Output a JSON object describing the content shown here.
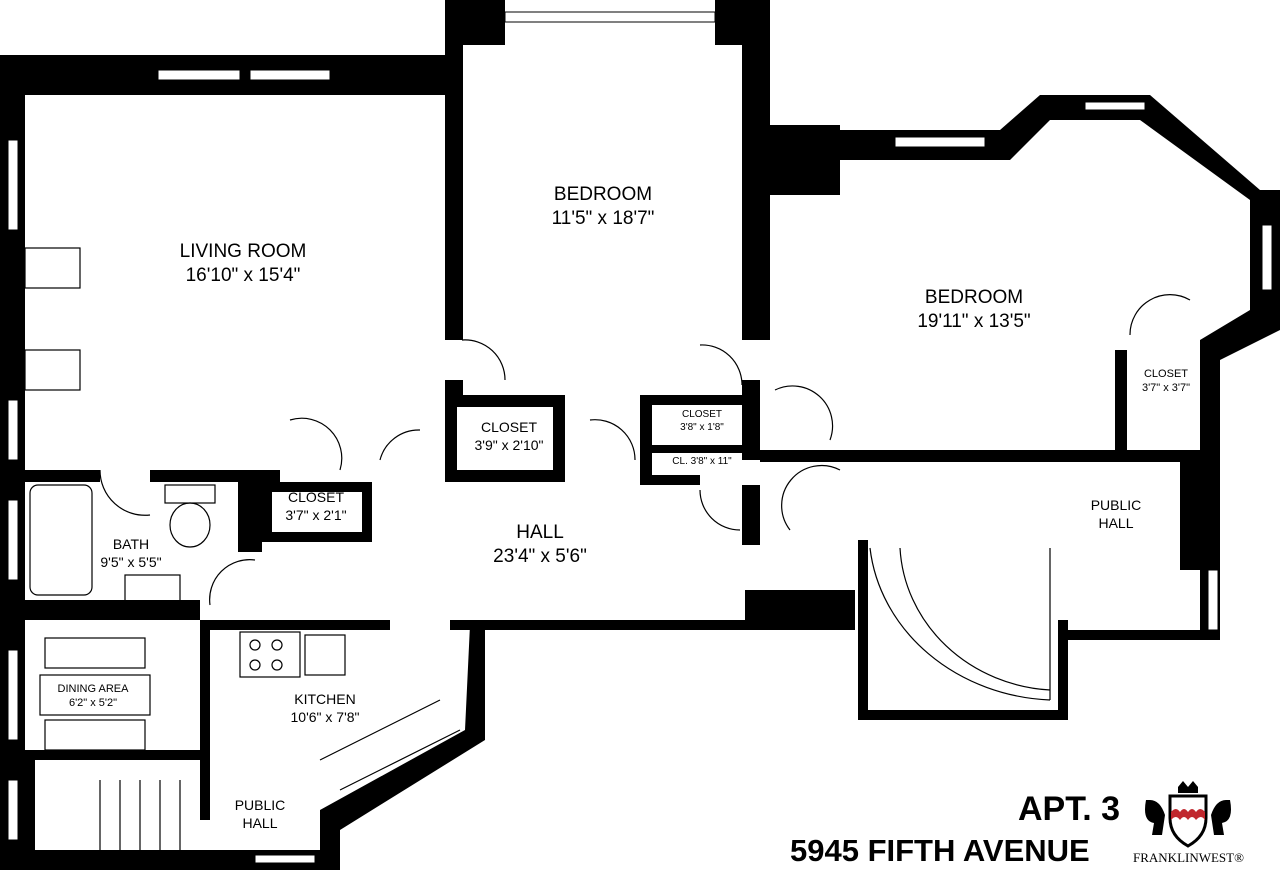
{
  "rooms": {
    "living_room": {
      "name": "LIVING ROOM",
      "size": "16'10\" x 15'4\""
    },
    "bedroom_1": {
      "name": "BEDROOM",
      "size": "11'5\" x 18'7\""
    },
    "bedroom_2": {
      "name": "BEDROOM",
      "size": "19'11\" x 13'5\""
    },
    "closet_1": {
      "name": "CLOSET",
      "size": "3'9\" x 2'10\""
    },
    "closet_2": {
      "name": "CLOSET",
      "size": "3'8\" x 1'8\""
    },
    "closet_3": {
      "name": "CL. 3'8\" x 11\""
    },
    "closet_4": {
      "name": "CLOSET",
      "size": "3'7\" x 3'7\""
    },
    "closet_5": {
      "name": "CLOSET",
      "size": "3'7\" x 2'1\""
    },
    "bath": {
      "name": "BATH",
      "size": "9'5\" x 5'5\""
    },
    "hall": {
      "name": "HALL",
      "size": "23'4\" x 5'6\""
    },
    "public_hall_right": {
      "line1": "PUBLIC",
      "line2": "HALL"
    },
    "dining": {
      "name": "DINING AREA",
      "size": "6'2\" x 5'2\""
    },
    "kitchen": {
      "name": "KITCHEN",
      "size": "10'6\" x 7'8\""
    },
    "public_hall_left": {
      "line1": "PUBLIC",
      "line2": "HALL"
    }
  },
  "title": {
    "apartment": "APT. 3",
    "address": "5945 FIFTH AVENUE"
  },
  "logo": {
    "brand": "FRANKLINWEST®",
    "accent_color": "#c0272d"
  }
}
